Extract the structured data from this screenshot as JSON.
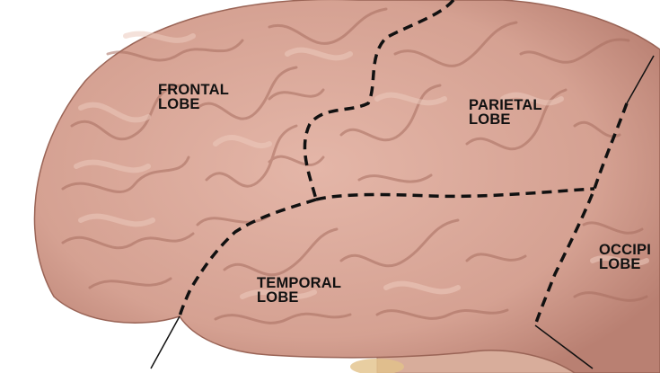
{
  "colors": {
    "background": "#ffffff",
    "brain_base": "#d9a898",
    "brain_shadow": "#b77c70",
    "gyrus_highlight": "#ecc7ba",
    "boundary": "#111111",
    "label_text": "#111111"
  },
  "labels": {
    "frontal": [
      "FRONTAL",
      "LOBE"
    ],
    "parietal": [
      "PARIETAL",
      "LOBE"
    ],
    "temporal": [
      "TEMPORAL",
      "LOBE"
    ],
    "occipital": [
      "OCCIPI",
      "LOBE"
    ]
  }
}
